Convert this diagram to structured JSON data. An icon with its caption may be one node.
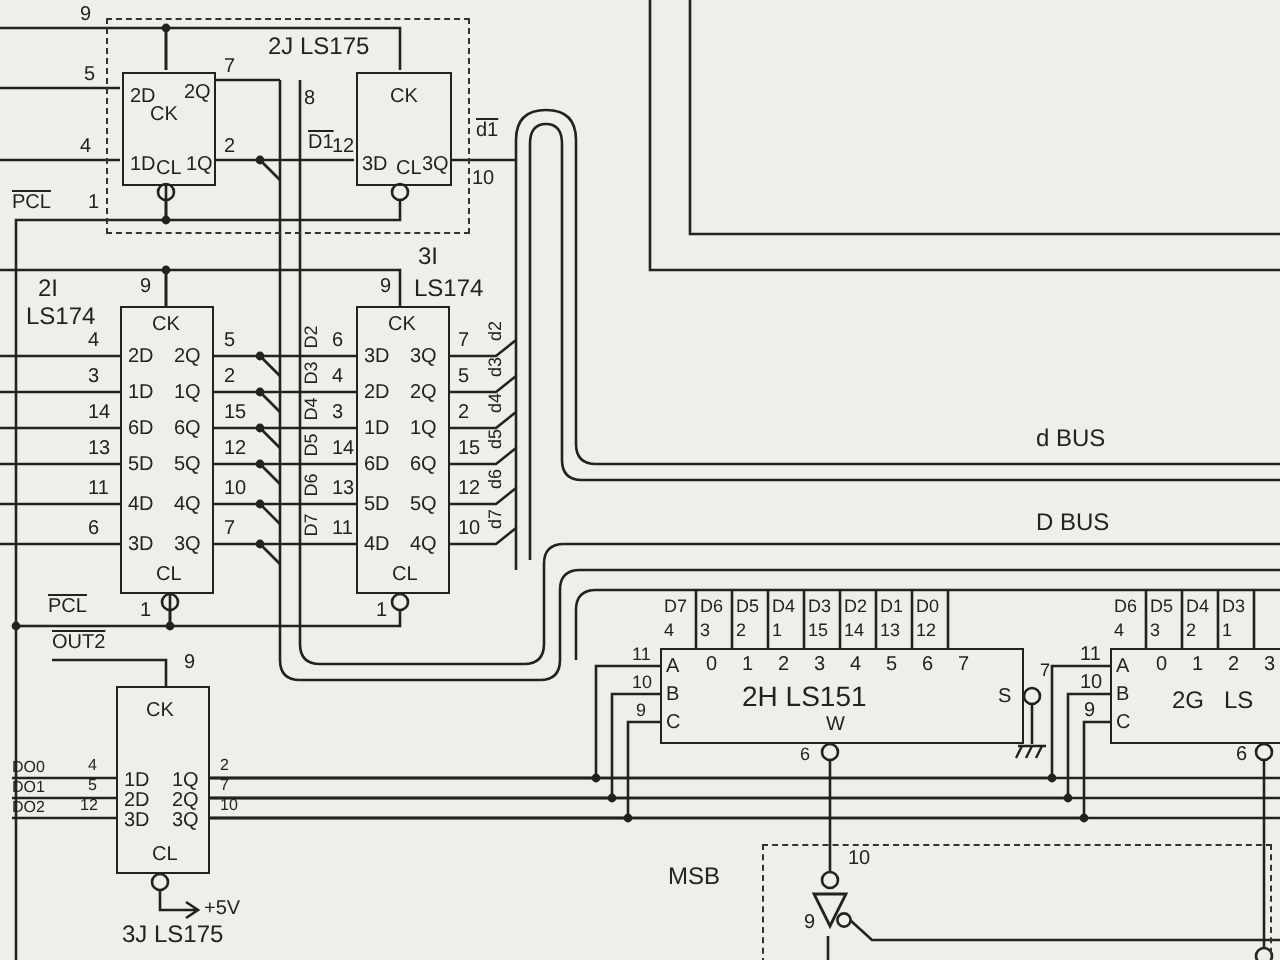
{
  "diagram": {
    "nodes": [
      {
        "text": [
          "2J LS175"
        ]
      },
      {
        "text": [
          "2D",
          "CK",
          "2Q",
          "1D",
          "CL",
          "1Q"
        ],
        "in": 0
      },
      {
        "text": [
          "CK",
          "3D",
          "CL",
          "3Q"
        ],
        "in": 0
      },
      {
        "text": [
          "2I",
          "LS174",
          "CK",
          "2D",
          "2Q",
          "1D",
          "1Q",
          "6D",
          "6Q",
          "5D",
          "5Q",
          "4D",
          "4Q",
          "3D",
          "3Q",
          "CL"
        ]
      },
      {
        "text": [
          "3I",
          "LS174",
          "CK",
          "3D",
          "3Q",
          "2D",
          "2Q",
          "1D",
          "1Q",
          "6D",
          "6Q",
          "5D",
          "5Q",
          "4D",
          "4Q",
          "CL"
        ]
      },
      {
        "text": [
          "CK",
          "1D",
          "1Q",
          "2D",
          "2Q",
          "3D",
          "3Q",
          "CL",
          "3J LS175"
        ]
      },
      {
        "text": [
          "A",
          "B",
          "C",
          "0",
          "1",
          "2",
          "3",
          "4",
          "5",
          "6",
          "7",
          "2H LS151",
          "S",
          "W"
        ]
      },
      {
        "text": [
          "A",
          "B",
          "C",
          "0",
          "1",
          "2",
          "3",
          "2G",
          "LS"
        ]
      },
      {
        "text": [
          "MSB"
        ]
      },
      {
        "text": [],
        "shape": "triangle",
        "in": 8
      },
      {
        "text": [
          "PCL"
        ]
      },
      {
        "text": [
          "OUT2"
        ]
      },
      {
        "text": [
          "DO0"
        ]
      },
      {
        "text": [
          "DO1"
        ]
      },
      {
        "text": [
          "DO2"
        ]
      }
    ],
    "edges": [
      {
        "from": 1,
        "to": 2,
        "arrow": "none"
      },
      {
        "from": 1,
        "to": 2,
        "arrow": "none"
      },
      {
        "from": 1,
        "to": 2,
        "arrow": "other"
      },
      {
        "from": 3,
        "to": 4,
        "arrow": "none"
      },
      {
        "from": 3,
        "to": 4,
        "arrow": "none"
      },
      {
        "from": 3,
        "to": 4,
        "arrow": "none"
      },
      {
        "from": 3,
        "to": 4,
        "arrow": "none"
      },
      {
        "from": 3,
        "to": 4,
        "arrow": "none"
      },
      {
        "from": 3,
        "to": 4,
        "arrow": "none"
      },
      {
        "from": 3,
        "to": 4,
        "arrow": "none"
      },
      {
        "from": 3,
        "to": 4,
        "arrow": "other"
      },
      {
        "from": 5,
        "to": 6,
        "arrow": "none"
      },
      {
        "from": 5,
        "to": 6,
        "arrow": "none"
      },
      {
        "from": 5,
        "to": 6,
        "arrow": "none"
      },
      {
        "from": 5,
        "to": 7,
        "arrow": "none"
      },
      {
        "from": 5,
        "to": 7,
        "arrow": "none"
      },
      {
        "from": 5,
        "to": 7,
        "arrow": "none"
      },
      {
        "from": 6,
        "to": 9,
        "arrow": "other"
      },
      {
        "from": 9,
        "to": null,
        "arrow": "none"
      },
      {
        "from": 2,
        "to": 4,
        "arrow": "none"
      },
      {
        "from": 6,
        "to": 7,
        "arrow": "none"
      },
      {
        "from": null,
        "to": 1,
        "arrow": "none"
      },
      {
        "from": 10,
        "to": 3,
        "arrow": "none"
      },
      {
        "from": null,
        "to": 1,
        "arrow": "none"
      },
      {
        "from": null,
        "to": 1,
        "arrow": "none"
      },
      {
        "from": null,
        "to": 1,
        "arrow": "none"
      },
      {
        "from": null,
        "to": 3,
        "arrow": "none"
      },
      {
        "from": null,
        "to": 3,
        "arrow": "none"
      },
      {
        "from": null,
        "to": 3,
        "arrow": "none"
      },
      {
        "from": null,
        "to": 3,
        "arrow": "none"
      },
      {
        "from": null,
        "to": 3,
        "arrow": "none"
      },
      {
        "from": null,
        "to": 3,
        "arrow": "none"
      },
      {
        "from": null,
        "to": 3,
        "arrow": "none"
      },
      {
        "from": 11,
        "to": 5,
        "arrow": "none"
      },
      {
        "from": 12,
        "to": 5,
        "arrow": "none"
      },
      {
        "from": 13,
        "to": 5,
        "arrow": "none"
      },
      {
        "from": 14,
        "to": 5,
        "arrow": "none"
      },
      {
        "from": 5,
        "to": null,
        "arrow": "none"
      },
      {
        "from": 5,
        "to": null,
        "arrow": "none"
      },
      {
        "from": 5,
        "to": null,
        "arrow": "none"
      },
      {
        "from": 7,
        "to": 8,
        "arrow": "other"
      }
    ],
    "labels": [
      "9",
      "5",
      "4",
      "PCL",
      "1",
      "7",
      "8",
      "2",
      "D1",
      "12",
      "d1",
      "10",
      "9",
      "4",
      "3",
      "14",
      "13",
      "11",
      "6",
      "5",
      "2",
      "15",
      "12",
      "10",
      "7",
      "1",
      "9",
      "D2",
      "D3",
      "D4",
      "D5",
      "D6",
      "D7",
      "6",
      "4",
      "3",
      "14",
      "13",
      "11",
      "7",
      "5",
      "2",
      "15",
      "12",
      "10",
      "d2",
      "d3",
      "d4",
      "d5",
      "d6",
      "d7",
      "1",
      "9",
      "4",
      "5",
      "12",
      "2",
      "7",
      "10",
      "+5V",
      "d BUS",
      "D BUS",
      "D7",
      "4",
      "D6",
      "3",
      "D5",
      "2",
      "D4",
      "1",
      "D3",
      "15",
      "D2",
      "14",
      "D1",
      "13",
      "D0",
      "12",
      "11",
      "10",
      "9",
      "7",
      "6",
      "D6",
      "4",
      "D5",
      "3",
      "D4",
      "2",
      "D3",
      "1",
      "11",
      "10",
      "9",
      "6",
      "10",
      "9"
    ]
  }
}
